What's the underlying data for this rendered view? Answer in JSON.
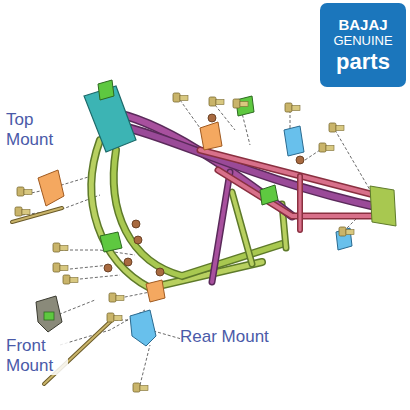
{
  "diagram": {
    "nodes": [
      {
        "text": [
          "BAJAJ",
          "GENUINE",
          "parts"
        ]
      }
    ],
    "labels": [
      "Top Mount",
      "Front Mount",
      "Rear Mount"
    ]
  }
}
